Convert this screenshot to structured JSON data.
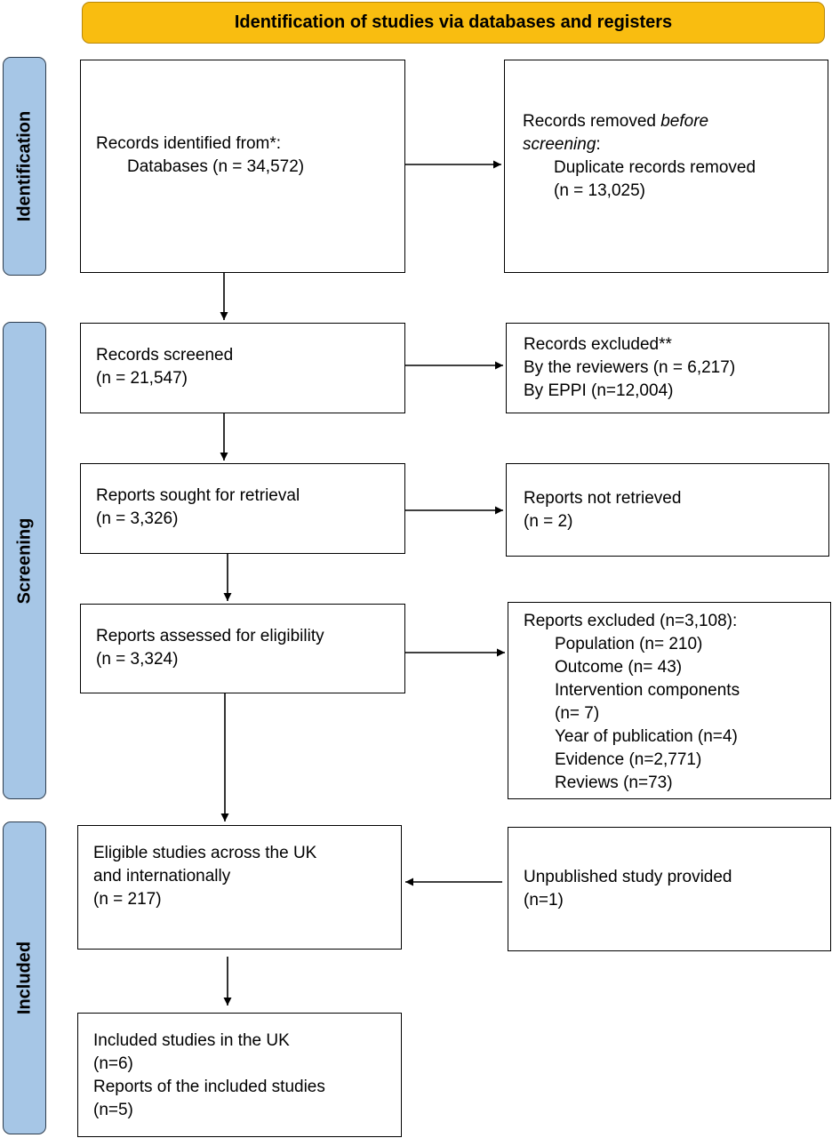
{
  "header": "Identification of studies via databases and registers",
  "stages": {
    "identification": "Identification",
    "screening": "Screening",
    "included": "Included"
  },
  "identification": {
    "records_identified": {
      "title": "Records identified from*:",
      "databases": "Databases (n = 34,572)"
    },
    "records_removed": {
      "title_prefix": "Records removed ",
      "title_italic_1": "before",
      "title_italic_2": "screening",
      "title_suffix": ":",
      "duplicates": "Duplicate records removed",
      "duplicates_n": "(n = 13,025)"
    }
  },
  "screening": {
    "records_screened": {
      "title": "Records screened",
      "n": "(n = 21,547)"
    },
    "records_excluded": {
      "title": "Records excluded**",
      "reviewers": "By the reviewers (n = 6,217)",
      "eppi": "By EPPI (n=12,004)"
    },
    "reports_sought": {
      "title": "Reports sought for retrieval",
      "n": "(n = 3,326)"
    },
    "reports_not_retrieved": {
      "title": "Reports not retrieved",
      "n": "(n = 2)"
    },
    "reports_assessed": {
      "title": "Reports assessed for eligibility",
      "n": "(n = 3,324)"
    },
    "reports_excluded": {
      "title": "Reports excluded (n=3,108):",
      "reasons": [
        "Population (n= 210)",
        "Outcome (n= 43)",
        "Intervention components",
        "(n= 7)",
        "Year of publication (n=4)",
        "Evidence (n=2,771)",
        "Reviews (n=73)"
      ]
    }
  },
  "included": {
    "eligible": {
      "line1": "Eligible studies across the UK",
      "line2": "and internationally",
      "n": "(n = 217)"
    },
    "unpublished": {
      "title": "Unpublished study provided",
      "n": "(n=1)"
    },
    "included_uk": {
      "title": "Included studies in the UK",
      "n": "(n=6)",
      "reports": "Reports of the included studies",
      "reports_n": "(n=5)"
    }
  }
}
